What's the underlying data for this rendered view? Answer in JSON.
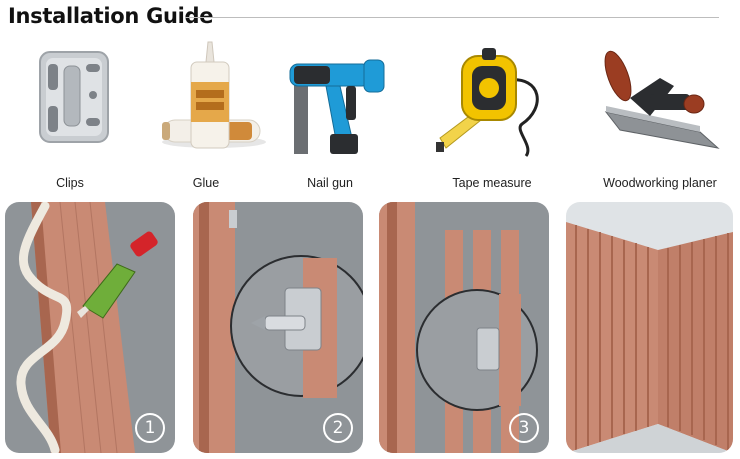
{
  "header": {
    "title": "Installation Guide"
  },
  "tools": [
    {
      "label": "Clips",
      "icon": "clip-bracket-icon"
    },
    {
      "label": "Glue",
      "icon": "glue-tube-icon"
    },
    {
      "label": "Nail gun",
      "icon": "nail-gun-icon"
    },
    {
      "label": "Tape measure",
      "icon": "tape-measure-icon"
    },
    {
      "label": "Woodworking planer",
      "icon": "hand-planer-icon"
    }
  ],
  "steps": [
    {
      "number": "1"
    },
    {
      "number": "2"
    },
    {
      "number": "3"
    }
  ],
  "colors": {
    "panel": "#c98a74",
    "panel_dark": "#a8664f",
    "wall": "#8f9498",
    "gun_blue": "#1f9bd7",
    "tape_yellow": "#f2c300"
  }
}
